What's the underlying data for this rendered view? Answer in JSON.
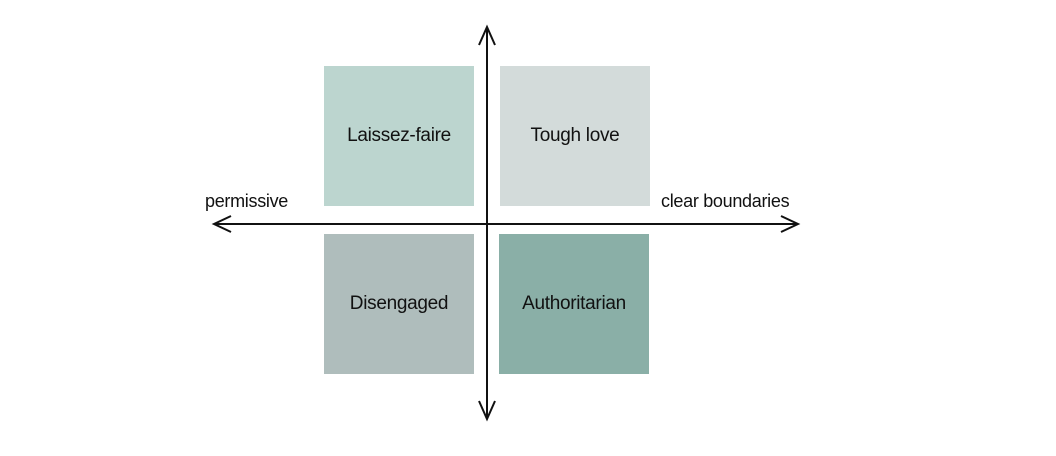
{
  "quadrants": {
    "top_left": {
      "label": "Laissez-faire",
      "color": "#bcd5cf"
    },
    "top_right": {
      "label": "Tough love",
      "color": "#d3dbda"
    },
    "bottom_left": {
      "label": "Disengaged",
      "color": "#afbdbc"
    },
    "bottom_right": {
      "label": "Authoritarian",
      "color": "#8aafa7"
    }
  },
  "axis": {
    "left_label": "permissive",
    "right_label": "clear boundaries",
    "color": "#111111"
  }
}
